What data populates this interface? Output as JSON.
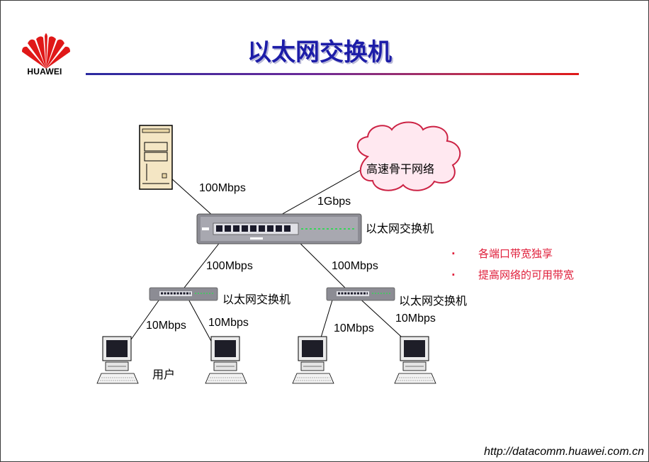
{
  "brand": {
    "name": "HUAWEI",
    "logo_color": "#e01818"
  },
  "title": "以太网交换机",
  "footer_url": "http://datacomm.huawei.com.cn",
  "nodes": {
    "backbone": "高速骨干网络",
    "core_switch": "以太网交换机",
    "left_switch": "以太网交换机",
    "right_switch": "以太网交换机",
    "user": "用户"
  },
  "links": {
    "server_to_core": "100Mbps",
    "backbone_to_core": "1Gbps",
    "core_to_left": "100Mbps",
    "core_to_right": "100Mbps",
    "left_to_pc1": "10Mbps",
    "left_to_pc2": "10Mbps",
    "right_to_pc3": "10Mbps",
    "right_to_pc4": "10Mbps"
  },
  "bullets": [
    {
      "marker": "·",
      "text": "各端口带宽独享"
    },
    {
      "marker": "·",
      "text": "提高网络的可用带宽"
    }
  ],
  "colors": {
    "title": "#1d1da8",
    "bullet": "#e0203c",
    "cloud_stroke": "#cc2244",
    "cloud_fill": "#ffe8f0"
  }
}
